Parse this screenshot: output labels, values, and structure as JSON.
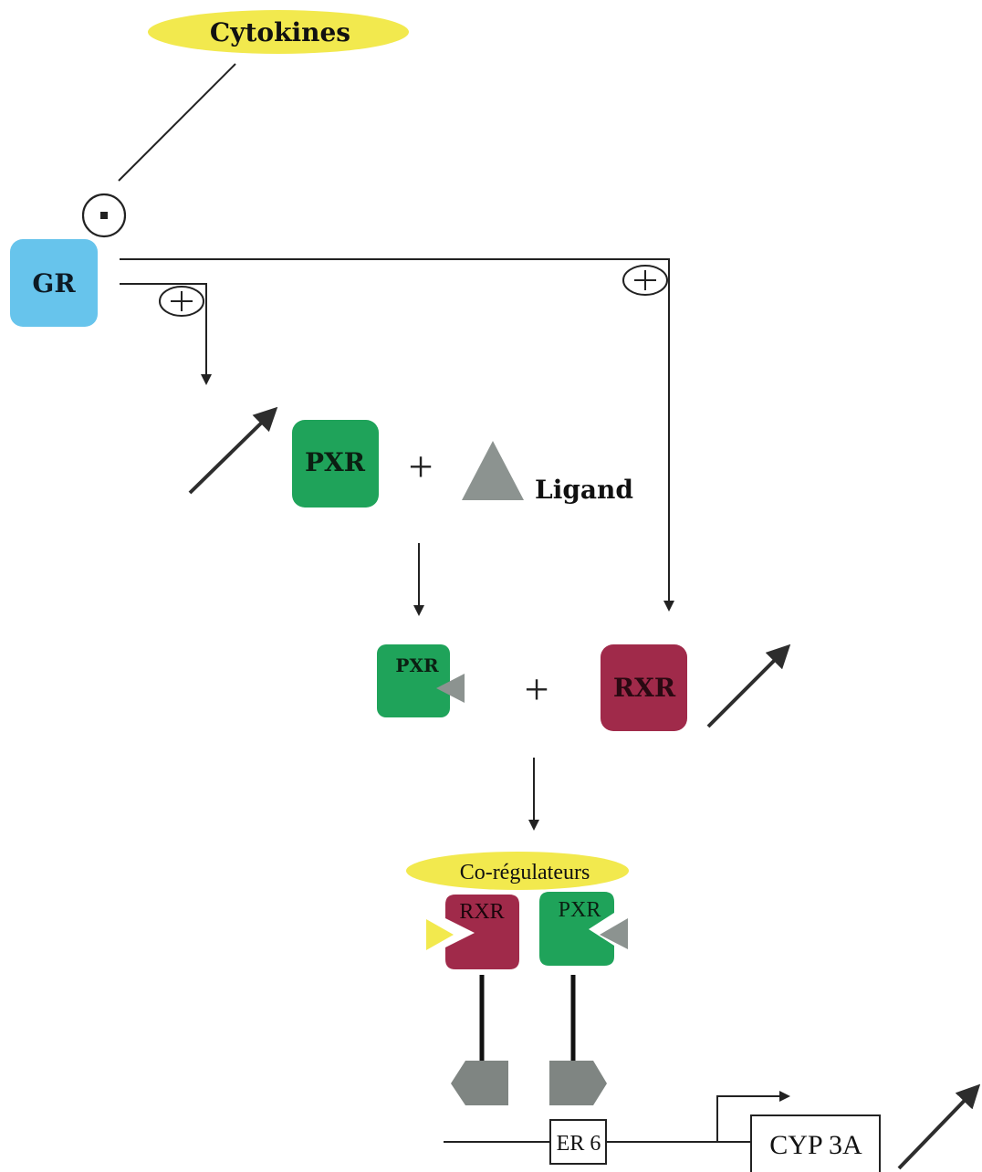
{
  "labels": {
    "cytokines": "Cytokines",
    "gr": "GR",
    "pxr": "PXR",
    "pxr_small": "PXR",
    "rxr": "RXR",
    "ligand": "Ligand",
    "coregulateurs": "Co-régulateurs",
    "rxr_dimer": "RXR",
    "pxr_dimer": "PXR",
    "er6": "ER 6",
    "cyp3a": "CYP 3A",
    "plus1": "+",
    "plus2": "+",
    "inhibit_sign": "−",
    "activate_sign": "+"
  },
  "colors": {
    "cytokines_fill": "#f2e94e",
    "gr_fill": "#67c4ec",
    "pxr_fill": "#1fa35a",
    "rxr_fill": "#a02a4a",
    "ligand_fill": "#8c9390",
    "coregulateur_yellow": "#f2e94e",
    "dbd_gray": "#7f8582",
    "line": "#222222"
  }
}
